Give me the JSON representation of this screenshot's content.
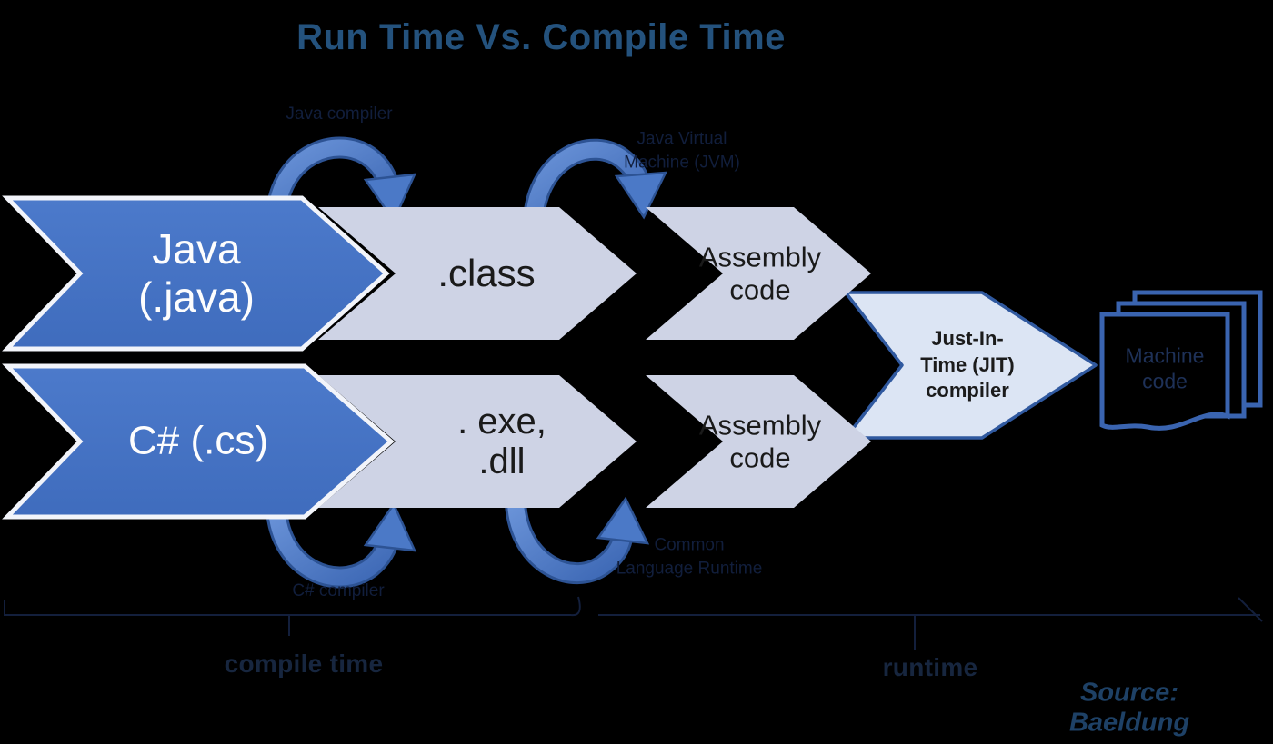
{
  "title": "Run Time Vs. Compile Time",
  "flow": {
    "java_row": {
      "source": "Java\n(.java)",
      "intermediate": ".class",
      "assembly": "Assembly\ncode",
      "compile_arrow_label": "Java compiler",
      "runtime_arrow_label": "Java Virtual\nMachine (JVM)"
    },
    "csharp_row": {
      "source": "C# (.cs)",
      "intermediate": ". exe,\n.dll",
      "assembly": "Assembly\ncode",
      "compile_arrow_label": "C# compiler",
      "runtime_arrow_label": "Common\nLanguage Runtime"
    },
    "jit_label": "Just-In-\nTime (JIT)\ncompiler",
    "output_label": "Machine\ncode"
  },
  "phases": {
    "compile": "compile time",
    "run": "runtime"
  },
  "source_credit": "Source: Baeldung",
  "colors": {
    "accent_blue": "#4672C4",
    "light_shape": "#CED3E5",
    "jit_fill": "#DCE5F4",
    "outline_blue": "#2F5597",
    "title_navy": "#24527D",
    "faint_navy": "#111E3C",
    "background": "#000000"
  }
}
